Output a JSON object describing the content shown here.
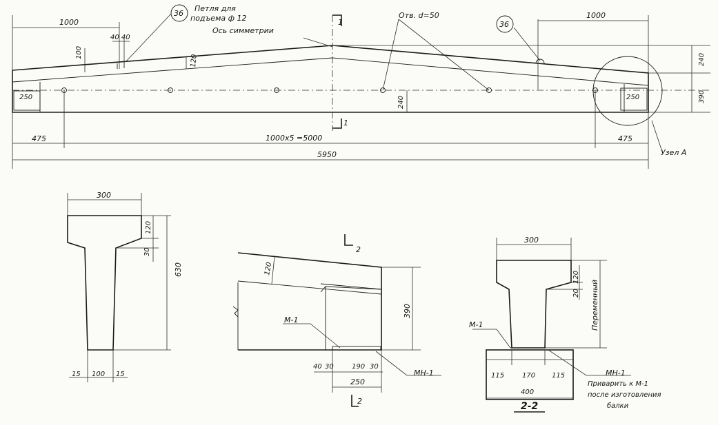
{
  "elevation": {
    "dim_left_1000": "1000",
    "dim_right_1000": "1000",
    "dim_40_40": "40 40",
    "dim_100": "100",
    "dim_120": "120",
    "dim_240_right": "240",
    "dim_390": "390",
    "dim_240_mid": "240",
    "dim_250_left": "250",
    "dim_250_right": "250",
    "dim_475_left": "475",
    "dim_475_right": "475",
    "dim_holes": "1000x5 =5000",
    "dim_total": "5950",
    "callout_36_a": "36",
    "callout_36_b": "36",
    "lifting_loop_line1": "Петля для",
    "lifting_loop_line2": "подъема ф 12",
    "symmetry_axis": "Ось симметрии",
    "hole_label": "Отв. d=50",
    "section_mark_top": "1",
    "section_mark_bottom": "1",
    "node_label": "Узел А"
  },
  "section_1": {
    "dim_top_300": "300",
    "dim_120": "120",
    "dim_30": "30",
    "dim_height": "630",
    "dim_15_left": "15",
    "dim_100": "100",
    "dim_15_right": "15"
  },
  "node_a": {
    "section_mark_top": "2",
    "section_mark_bottom": "2",
    "dim_120": "120",
    "dim_390": "390",
    "label_m1": "M-1",
    "label_mn1": "MH-1",
    "dim_40": "40",
    "dim_30_left": "30",
    "dim_190": "190",
    "dim_30_right": "30",
    "dim_250": "250"
  },
  "section_2": {
    "dim_top_300": "300",
    "dim_120": "120",
    "dim_20": "20",
    "dim_variable": "Переменный",
    "label_m1": "M-1",
    "label_mn1": "MH-1",
    "note_line1": "Приварить к М-1",
    "note_line2": "после изготовления",
    "note_line3": "балки",
    "dim_115_left": "115",
    "dim_170": "170",
    "dim_115_right": "115",
    "dim_400": "400",
    "title": "2-2"
  }
}
